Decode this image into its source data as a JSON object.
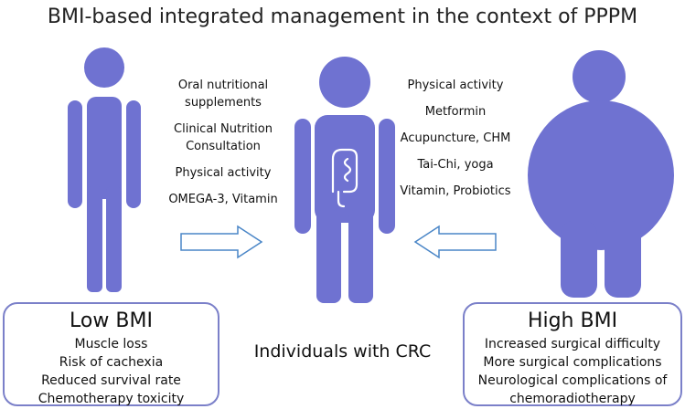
{
  "title": "BMI-based integrated management in the context of PPPM",
  "low_interventions": [
    "Oral nutritional supplements",
    "Clinical Nutrition Consultation",
    "Physical activity",
    "OMEGA-3, Vitamin"
  ],
  "high_interventions": [
    "Physical activity",
    "Metformin",
    "Acupuncture, CHM",
    "Tai-Chi, yoga",
    "Vitamin, Probiotics"
  ],
  "low_box": {
    "heading": "Low BMI",
    "lines": [
      "Muscle loss",
      "Risk of cachexia",
      "Reduced survival rate",
      "Chemotherapy toxicity"
    ]
  },
  "high_box": {
    "heading": "High BMI",
    "lines": [
      "Increased surgical difficulty",
      "More surgical complications",
      "Neurological complications of",
      "chemoradiotherapy"
    ]
  },
  "center_label": "Individuals with CRC",
  "colors": {
    "figure": "#6f72d1",
    "box_border": "#7b80c9",
    "arrow": "#4a86c7"
  }
}
